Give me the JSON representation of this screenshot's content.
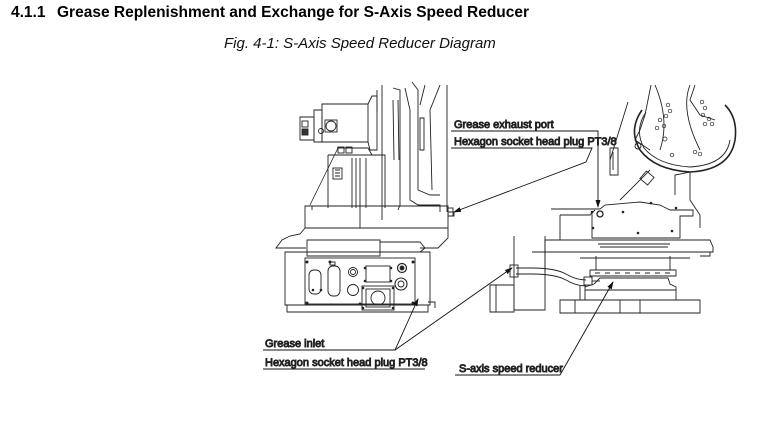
{
  "section": {
    "number": "4.1.1",
    "title": "Grease Replenishment and Exchange for S-Axis Speed Reducer"
  },
  "figure": {
    "caption": "Fig. 4-1: S-Axis Speed Reducer Diagram",
    "callouts": {
      "exhaust_line1": "Grease exhaust port",
      "exhaust_line2": "Hexagon socket head plug PT3/8",
      "inlet_line1": "Grease inlet",
      "inlet_line2": "Hexagon socket head plug PT3/8",
      "reducer": "S-axis speed reducer"
    },
    "views": [
      "front-view",
      "side-view"
    ]
  }
}
